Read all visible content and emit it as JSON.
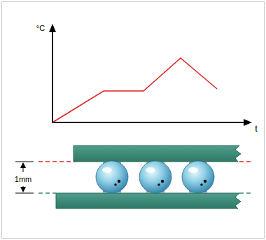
{
  "diagram": {
    "labels": [
      "°C",
      "t",
      "1mm"
    ]
  }
}
